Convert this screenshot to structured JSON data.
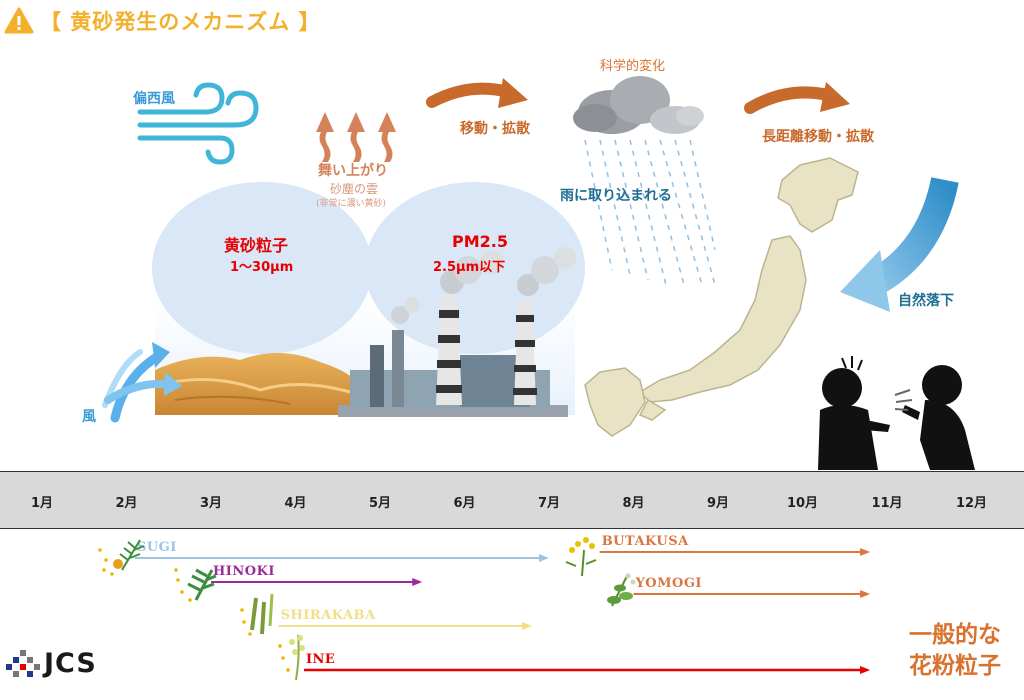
{
  "title": "【 黄砂発生のメカニズム 】",
  "colors": {
    "title": "#f2b02c",
    "wind": "#3c9ad8",
    "red": "#e60000",
    "orange": "#d9722f",
    "teal": "#1d6e93",
    "sugi": "#9ec4e4",
    "hinoki": "#9b2a9b",
    "shirakaba": "#f0e08a",
    "ine": "#e60000",
    "weeds": "#d9763f"
  },
  "mechanism": {
    "westerly_wind": "偏西風",
    "rise_up": "舞い上がり",
    "dust_cloud": "砂塵の雲",
    "dust_cloud_note": "(非常に濃い黄砂)",
    "move_diffuse": "移動・拡散",
    "chem_change": "科学的変化",
    "rain_absorb": "雨に取り込まれる",
    "long_distance": "長距離移動・拡散",
    "natural_fall": "自然落下",
    "wind": "風",
    "dust_particle": "黄砂粒子",
    "dust_size": "1〜30μm",
    "pm_title": "PM2.5",
    "pm_size": "2.5μm以下"
  },
  "timeline": {
    "months": [
      "1月",
      "2月",
      "3月",
      "4月",
      "5月",
      "6月",
      "7月",
      "8月",
      "9月",
      "10月",
      "11月",
      "12月"
    ],
    "pollens": [
      {
        "label": "SUGI",
        "start": 2.1,
        "end": 7.0
      },
      {
        "label": "HINOKI",
        "start": 3.0,
        "end": 5.5
      },
      {
        "label": "SHIRAKABA",
        "start": 3.8,
        "end": 6.8
      },
      {
        "label": "BUTAKUSA",
        "start": 7.6,
        "end": 10.8
      },
      {
        "label": "YOMOGI",
        "start": 8.0,
        "end": 10.8
      },
      {
        "label": "INE",
        "start": 4.1,
        "end": 10.8
      }
    ]
  },
  "common_pollen": "一般的な花粉粒子",
  "logo": "JCS",
  "icons": [
    "warning-icon",
    "wind-icon",
    "rise-arrows-icon",
    "cloud-icon",
    "rain-icon",
    "japan-map-icon",
    "person-sneezing-icon",
    "factory-icon",
    "desert-icon",
    "pollen-plant-icon"
  ]
}
